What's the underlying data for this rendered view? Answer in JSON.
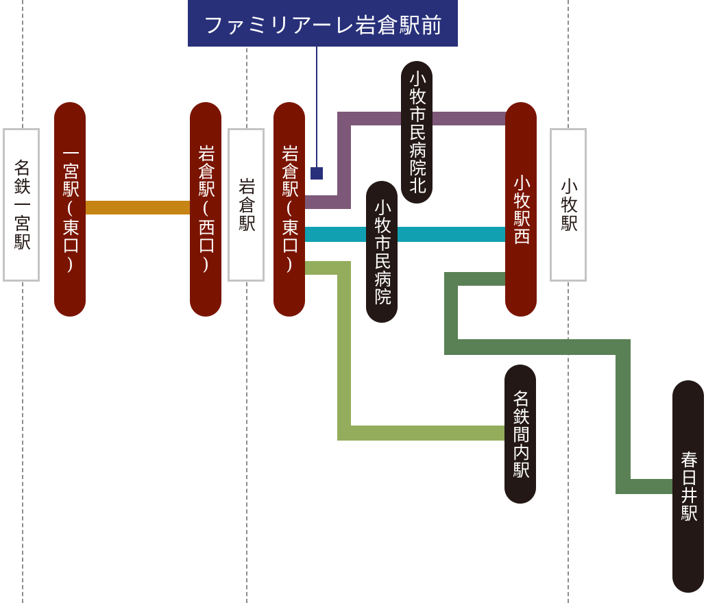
{
  "banner": {
    "label": "ファミリアーレ岩倉駅前",
    "color": "#28307a"
  },
  "rail_stations": [
    {
      "id": "meitetsu-ichinomiya",
      "label": "名鉄一宮駅"
    },
    {
      "id": "iwakura",
      "label": "岩倉駅"
    },
    {
      "id": "komaki",
      "label": "小牧駅"
    }
  ],
  "bus_stops": [
    {
      "id": "ichinomiya-east",
      "label": "一宮駅(東口)"
    },
    {
      "id": "iwakura-west",
      "label": "岩倉駅(西口)"
    },
    {
      "id": "iwakura-east",
      "label": "岩倉駅(東口)"
    },
    {
      "id": "komaki-hospital-north",
      "label": "小牧市民病院北"
    },
    {
      "id": "komaki-hospital",
      "label": "小牧市民病院"
    },
    {
      "id": "komaki-west",
      "label": "小牧駅西"
    },
    {
      "id": "meitetsu-mauchi",
      "label": "名鉄間内駅"
    },
    {
      "id": "kasugai",
      "label": "春日井駅"
    }
  ],
  "routes": [
    {
      "id": "orange",
      "color": "#c68414"
    },
    {
      "id": "purple",
      "color": "#7d5878"
    },
    {
      "id": "teal",
      "color": "#10a0b2"
    },
    {
      "id": "light-green",
      "color": "#93ad5c"
    },
    {
      "id": "dark-green",
      "color": "#5a8055"
    }
  ],
  "colors": {
    "stop_pill": "#7a1400",
    "terminal_pill": "#231815",
    "rail_border": "#c4c4c4",
    "guide": "#8c8c8c"
  }
}
